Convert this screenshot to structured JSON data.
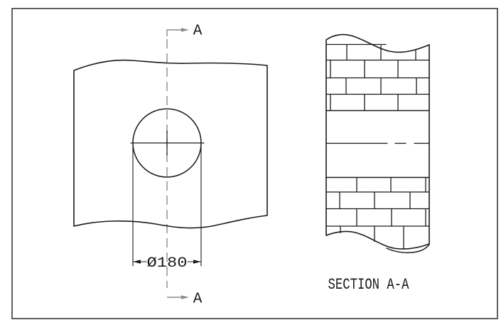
{
  "colors": {
    "line": "#1a1a1a",
    "cut_line": "#8a8a8a",
    "border": "#5f5f5f",
    "background": "#ffffff"
  },
  "plan_view": {
    "marker_top": "A",
    "marker_bottom": "A",
    "dimension_label": "Ø180"
  },
  "section_view": {
    "title": "SECTION A-A",
    "hatch_style": "brick"
  }
}
